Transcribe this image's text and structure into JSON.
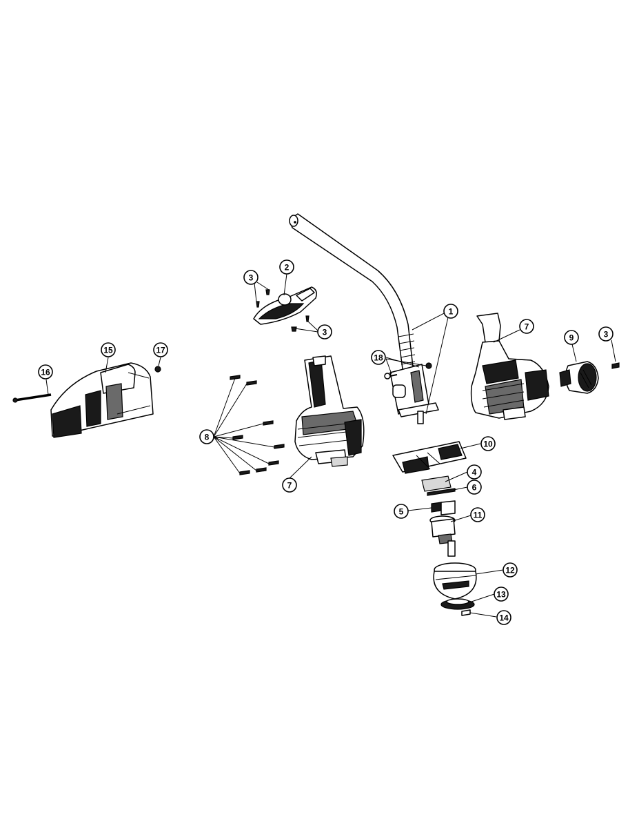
{
  "diagram": {
    "type": "exploded-parts-view",
    "callouts": [
      {
        "id": "c1",
        "label": "1"
      },
      {
        "id": "c2",
        "label": "2"
      },
      {
        "id": "c3a",
        "label": "3"
      },
      {
        "id": "c3b",
        "label": "3"
      },
      {
        "id": "c3c",
        "label": "3"
      },
      {
        "id": "c4",
        "label": "4"
      },
      {
        "id": "c5",
        "label": "5"
      },
      {
        "id": "c6",
        "label": "6"
      },
      {
        "id": "c7a",
        "label": "7"
      },
      {
        "id": "c7b",
        "label": "7"
      },
      {
        "id": "c8",
        "label": "8"
      },
      {
        "id": "c9",
        "label": "9"
      },
      {
        "id": "c10",
        "label": "10"
      },
      {
        "id": "c11",
        "label": "11"
      },
      {
        "id": "c12",
        "label": "12"
      },
      {
        "id": "c13",
        "label": "13"
      },
      {
        "id": "c14",
        "label": "14"
      },
      {
        "id": "c15",
        "label": "15"
      },
      {
        "id": "c16",
        "label": "16"
      },
      {
        "id": "c17",
        "label": "17"
      },
      {
        "id": "c18",
        "label": "18"
      }
    ]
  },
  "colors": {
    "line": "#000000",
    "background": "#ffffff",
    "shade_dark": "#1a1a1a",
    "shade_mid": "#6a6a6a"
  }
}
